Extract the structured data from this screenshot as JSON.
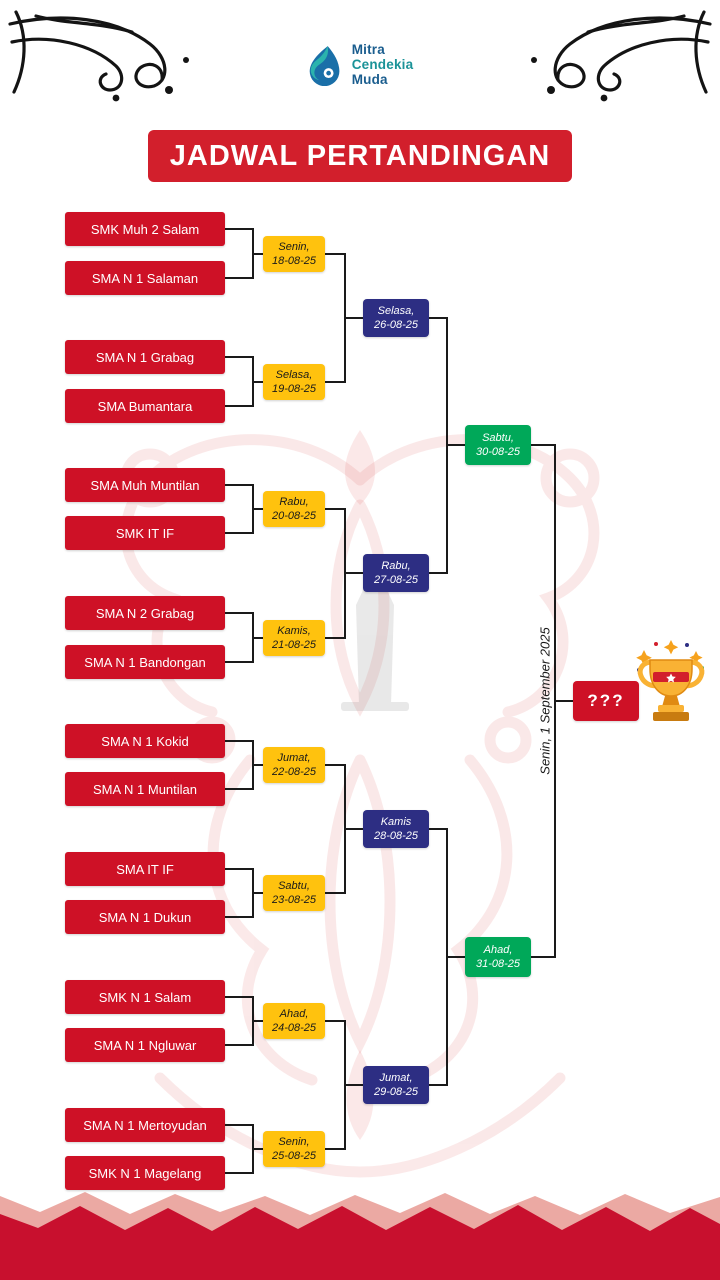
{
  "logo": {
    "name_lines": [
      "Mitra",
      "Cendekia",
      "Muda"
    ]
  },
  "title": "JADWAL PERTANDINGAN",
  "bracket": {
    "teams": [
      "SMK Muh 2 Salam",
      "SMA N 1 Salaman",
      "SMA N 1 Grabag",
      "SMA Bumantara",
      "SMA Muh Muntilan",
      "SMK IT IF",
      "SMA N 2 Grabag",
      "SMA N 1 Bandongan",
      "SMA N 1 Kokid",
      "SMA N 1 Muntilan",
      "SMA IT IF",
      "SMA N 1 Dukun",
      "SMK N 1 Salam",
      "SMA N 1 Ngluwar",
      "SMA N 1 Mertoyudan",
      "SMK N 1 Magelang"
    ],
    "round1": [
      {
        "day": "Senin,",
        "date": "18-08-25"
      },
      {
        "day": "Selasa,",
        "date": "19-08-25"
      },
      {
        "day": "Rabu,",
        "date": "20-08-25"
      },
      {
        "day": "Kamis,",
        "date": "21-08-25"
      },
      {
        "day": "Jumat,",
        "date": "22-08-25"
      },
      {
        "day": "Sabtu,",
        "date": "23-08-25"
      },
      {
        "day": "Ahad,",
        "date": "24-08-25"
      },
      {
        "day": "Senin,",
        "date": "25-08-25"
      }
    ],
    "round2": [
      {
        "day": "Selasa,",
        "date": "26-08-25"
      },
      {
        "day": "Rabu,",
        "date": "27-08-25"
      },
      {
        "day": "Kamis",
        "date": "28-08-25"
      },
      {
        "day": "Jumat,",
        "date": "29-08-25"
      }
    ],
    "semifinal": [
      {
        "day": "Sabtu,",
        "date": "30-08-25"
      },
      {
        "day": "Ahad,",
        "date": "31-08-25"
      }
    ],
    "final_date": "Senin, 1 September 2025",
    "winner_placeholder": "???"
  },
  "icons": {
    "logo_mark": "water-drop-swirl-icon",
    "corner_ornaments": "calligraphy-flourish-icon",
    "winner": "trophy-icon"
  },
  "colors": {
    "box_red": "#CE1126",
    "banner_red": "#D21F2C",
    "date_yellow": "#FFC20E",
    "round2_blue": "#2D2E83",
    "semifinal_green": "#00A859",
    "trophy_gold": "#F9B234"
  }
}
